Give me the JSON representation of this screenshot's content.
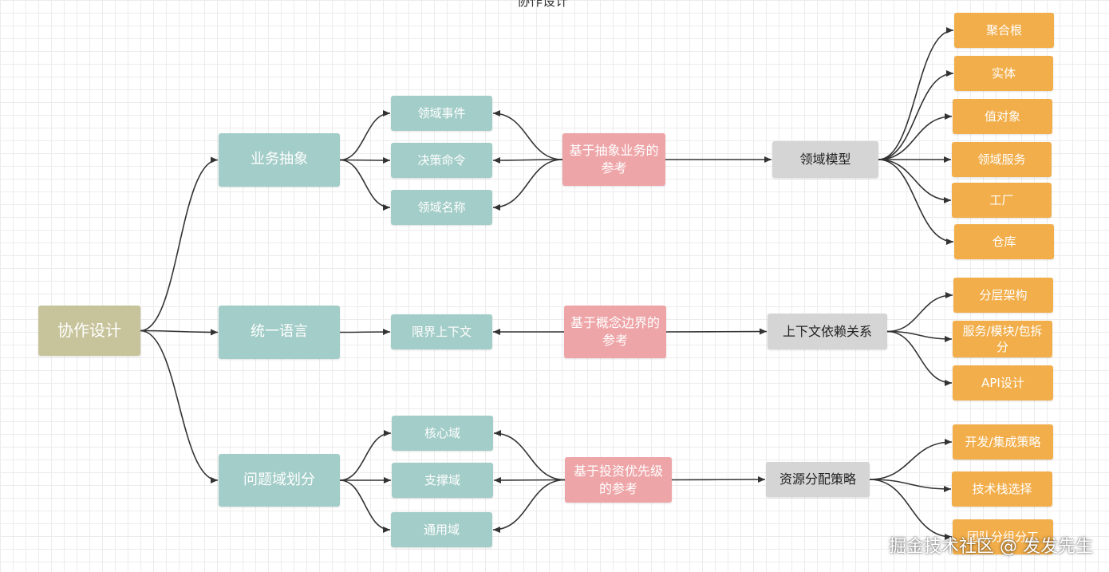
{
  "title": "协作设计",
  "watermark": "掘金技术社区 @ 发发先生",
  "colors": {
    "root": "#c7c49c",
    "teal": "#a3cdc8",
    "pink": "#eea5a8",
    "grey": "#d5d5d5",
    "orange": "#f2ae4a",
    "edge": "#333333"
  },
  "nodes": {
    "root": "协作设计",
    "business_abstraction": "业务抽象",
    "ubiquitous_language": "统一语言",
    "problem_domain": "问题域划分",
    "domain_event": "领域事件",
    "decision_command": "决策命令",
    "domain_name": "领域名称",
    "bounded_context": "限界上下文",
    "core_domain": "核心域",
    "supporting_domain": "支撑域",
    "generic_domain": "通用域",
    "ref_business": "基于抽象业务的参考",
    "ref_concept": "基于概念边界的参考",
    "ref_investment": "基于投资优先级的参考",
    "domain_model": "领域模型",
    "context_dependency": "上下文依赖关系",
    "resource_strategy": "资源分配策略",
    "aggregate_root": "聚合根",
    "entity": "实体",
    "value_object": "值对象",
    "domain_service": "领域服务",
    "factory": "工厂",
    "repository": "仓库",
    "layered_arch": "分层架构",
    "service_split": "服务/模块/包拆分",
    "api_design": "API设计",
    "dev_integration": "开发/集成策略",
    "tech_stack": "技术栈选择",
    "team_grouping": "团队分组分工"
  }
}
